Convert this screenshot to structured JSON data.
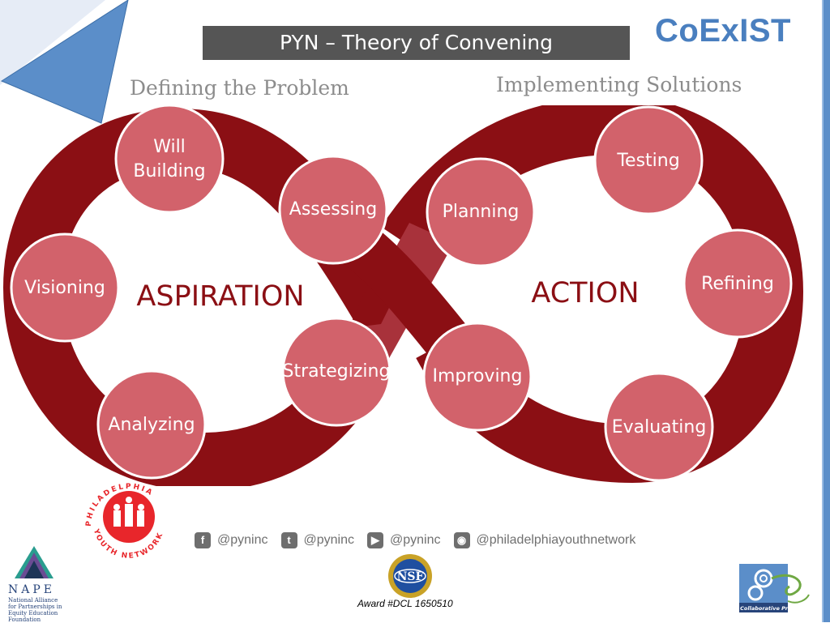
{
  "header": {
    "title": "PYN – Theory of Convening",
    "brand": "CoExIST"
  },
  "headings": {
    "left": "Defining the Problem",
    "right": "Implementing Solutions"
  },
  "loops": {
    "left": "ASPIRATION",
    "right": "ACTION"
  },
  "nodes": {
    "will_building": [
      "Will",
      "Building"
    ],
    "assessing": "Assessing",
    "visioning": "Visioning",
    "strategizing": "Strategizing",
    "analyzing": "Analyzing",
    "planning": "Planning",
    "testing": "Testing",
    "refining": "Refining",
    "improving": "Improving",
    "evaluating": "Evaluating"
  },
  "social": {
    "facebook": "@pyninc",
    "twitter": "@pyninc",
    "youtube": "@pyninc",
    "instagram": "@philadelphiayouthnetwork"
  },
  "footer": {
    "award": "Award #DCL 1650510",
    "nsf": "NSF",
    "pyn_logo_text": "PHILADELPHIA YOUTH NETWORK",
    "nape_letters": "NAPE",
    "nape_sub": "National Alliance for Partnerships in Equity Education Foundation",
    "girls_logo_text": "Girls Collaborative Project"
  },
  "colors": {
    "ribbon": "#8b0f14",
    "ribbon_cross": "#a8323b",
    "node_fill": "#d2626b",
    "node_stroke": "#ffffff",
    "accent_blue": "#4a7fbf",
    "title_bar": "#555555"
  },
  "icons": [
    "facebook-icon",
    "twitter-icon",
    "youtube-icon",
    "instagram-icon"
  ]
}
